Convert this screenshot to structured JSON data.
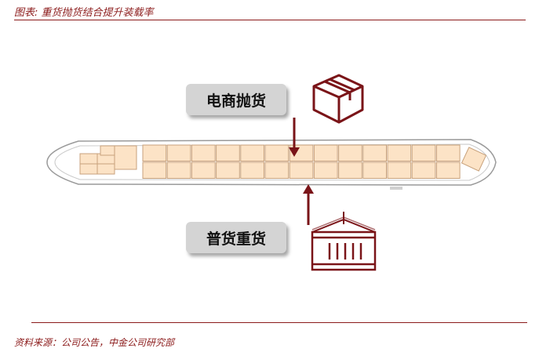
{
  "header": {
    "title": "图表: 重货抛货结合提升装载率"
  },
  "footer": {
    "source": "资料来源：公司公告，中金公司研究部"
  },
  "diagram": {
    "label_top": "电商抛货",
    "label_bottom": "普货重货",
    "colors": {
      "accent": "#8B1A1A",
      "cargo_fill": "#FCE3C6",
      "cargo_stroke": "#C8A27C"
    }
  }
}
